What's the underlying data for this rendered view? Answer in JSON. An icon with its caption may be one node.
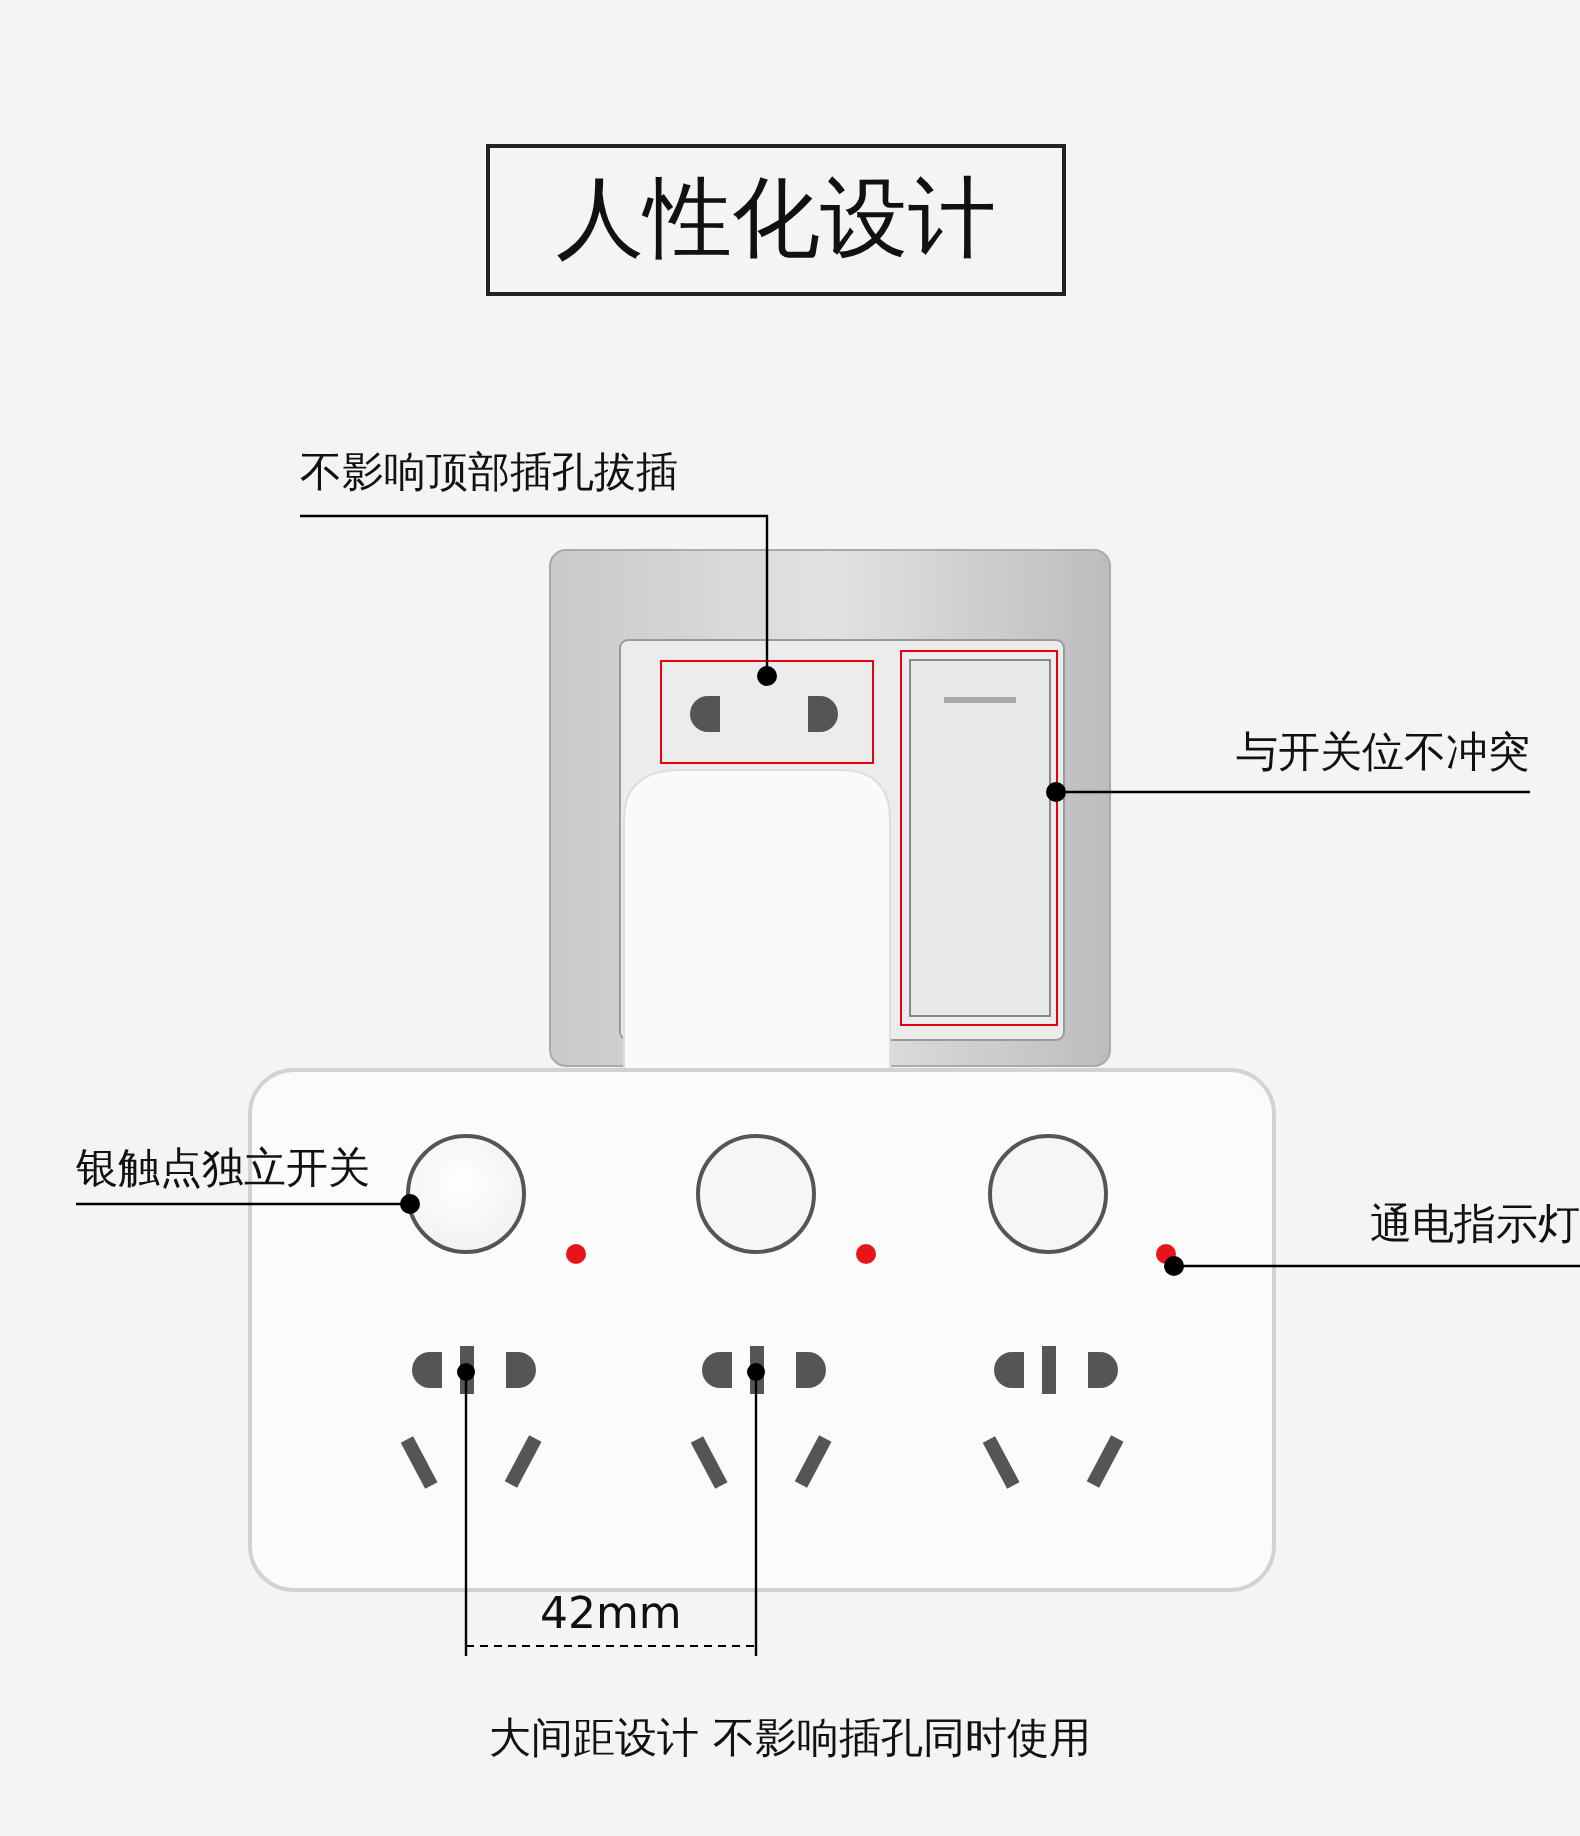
{
  "diagram": {
    "title": "人性化设计",
    "caption": "大间距设计 不影响插孔同时使用",
    "nodes": [
      {
        "text": [
          "不影响顶部插孔拔插"
        ]
      },
      {
        "text": [],
        "shape": "box"
      },
      {
        "text": [
          "与开关位不冲突"
        ]
      },
      {
        "text": [],
        "shape": "box"
      },
      {
        "text": [
          "银触点独立开关"
        ]
      },
      {
        "text": [],
        "shape": "circle"
      },
      {
        "text": [
          "通电指示灯"
        ]
      },
      {
        "text": [],
        "shape": "circle"
      }
    ],
    "edges": [
      {
        "from": 0,
        "to": 1,
        "arrow": "other"
      },
      {
        "from": 2,
        "to": 3,
        "arrow": "other"
      },
      {
        "from": 4,
        "to": 5,
        "arrow": "other"
      },
      {
        "from": 6,
        "to": 7,
        "arrow": "other"
      }
    ],
    "labels": [
      "42mm"
    ]
  }
}
